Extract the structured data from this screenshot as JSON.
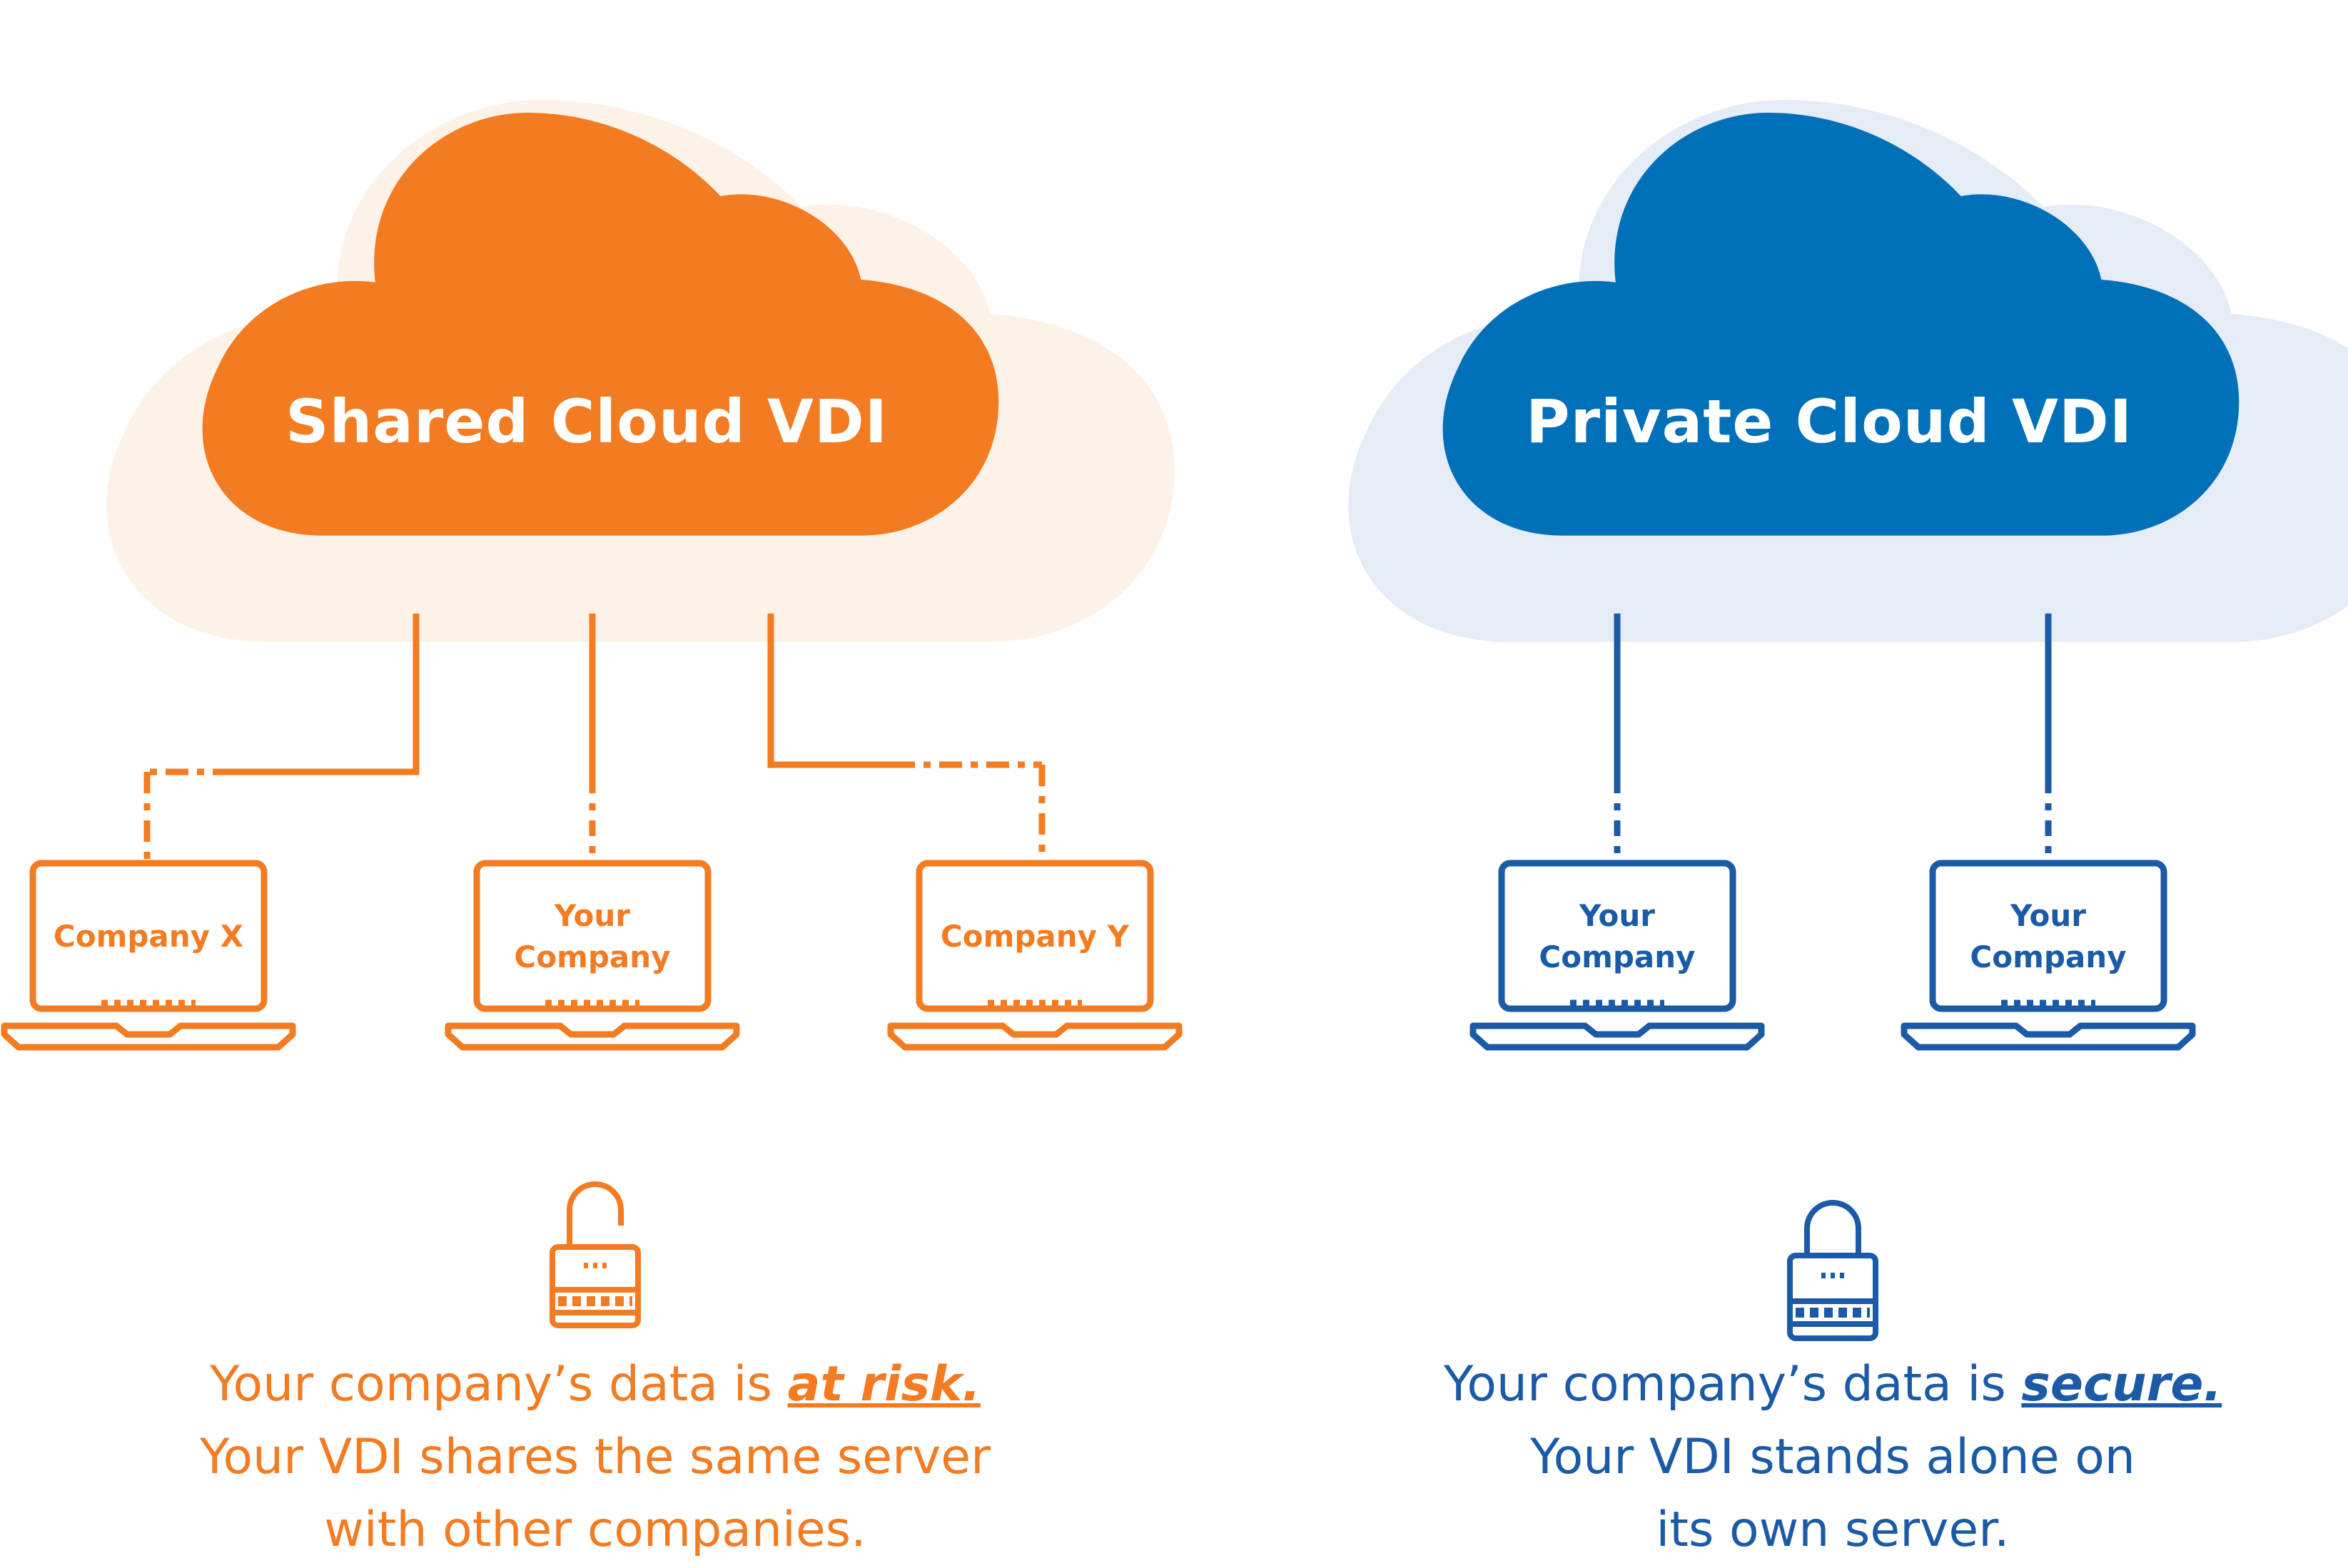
{
  "shared": {
    "title": "Shared Cloud VDI",
    "laptops": [
      {
        "line1": "Company X",
        "line2": ""
      },
      {
        "line1": "Your",
        "line2": "Company"
      },
      {
        "line1": "Company Y",
        "line2": ""
      }
    ],
    "lock_state": "open-lock-icon",
    "caption": {
      "line1_prefix": "Your company’s data is ",
      "line1_emphasis": "at risk.",
      "line2": "Your VDI shares the same server",
      "line3": "with other companies."
    }
  },
  "private": {
    "title": "Private Cloud VDI",
    "laptops": [
      {
        "line1": "Your",
        "line2": "Company"
      },
      {
        "line1": "Your",
        "line2": "Company"
      }
    ],
    "lock_state": "closed-lock-icon",
    "caption": {
      "line1_prefix": "Your company’s data is ",
      "line1_emphasis": "secure.",
      "line2": "Your VDI stands alone on",
      "line3": "its own server."
    }
  },
  "colors": {
    "orange": "#f37b21",
    "orange_halo": "#fdf2e8",
    "blue": "#0070b9",
    "blue_dark": "#1a5aa6",
    "blue_halo": "#e6ecf6"
  }
}
